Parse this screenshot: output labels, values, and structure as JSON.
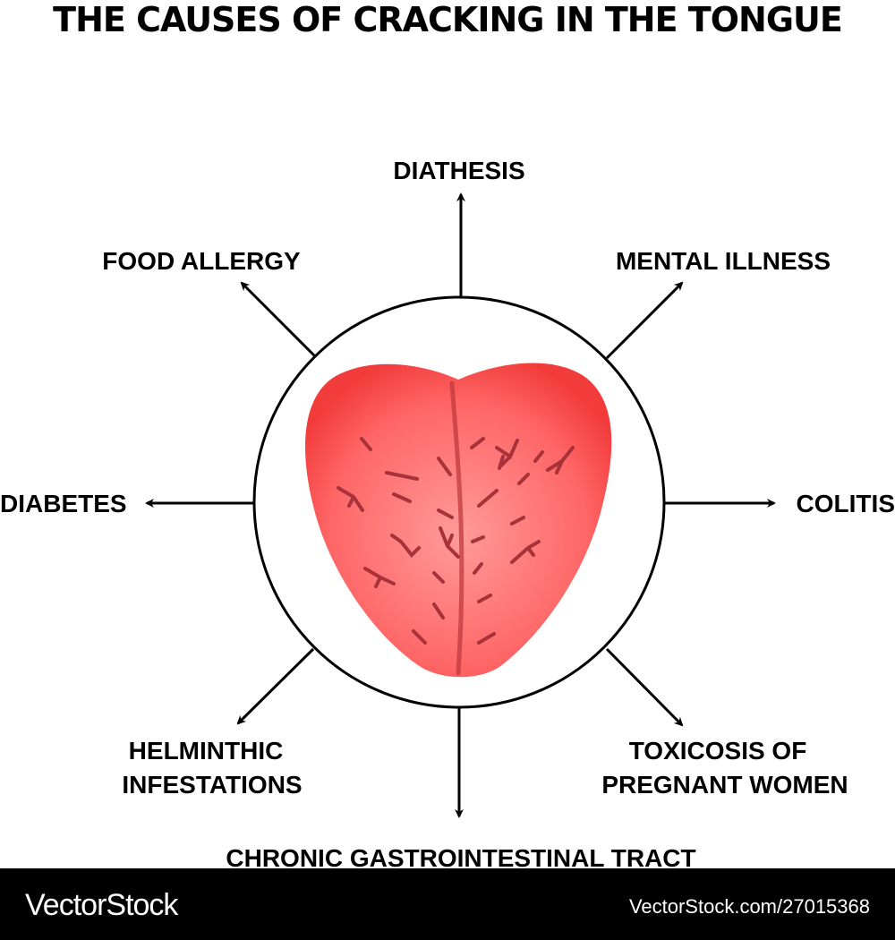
{
  "title": "THE CAUSES OF CRACKING IN THE TONGUE",
  "causes": {
    "top": "DIATHESIS",
    "top_left": "FOOD ALLERGY",
    "top_right": "MENTAL ILLNESS",
    "left": "DIABETES",
    "right": "COLITIS",
    "bottom_left": [
      "HELMINTHIC",
      "INFESTATIONS"
    ],
    "bottom_right": [
      "TOXICOSIS OF",
      "PREGNANT WOMEN"
    ],
    "bottom": "CHRONIC GASTROINTESTINAL TRACT"
  },
  "footer": {
    "brand": "VectorStock",
    "url": "VectorStock.com/27015368"
  },
  "colors": {
    "tongue_light": "#ff8a8a",
    "tongue_dark": "#f03a3a",
    "crack": "#b0343a"
  }
}
